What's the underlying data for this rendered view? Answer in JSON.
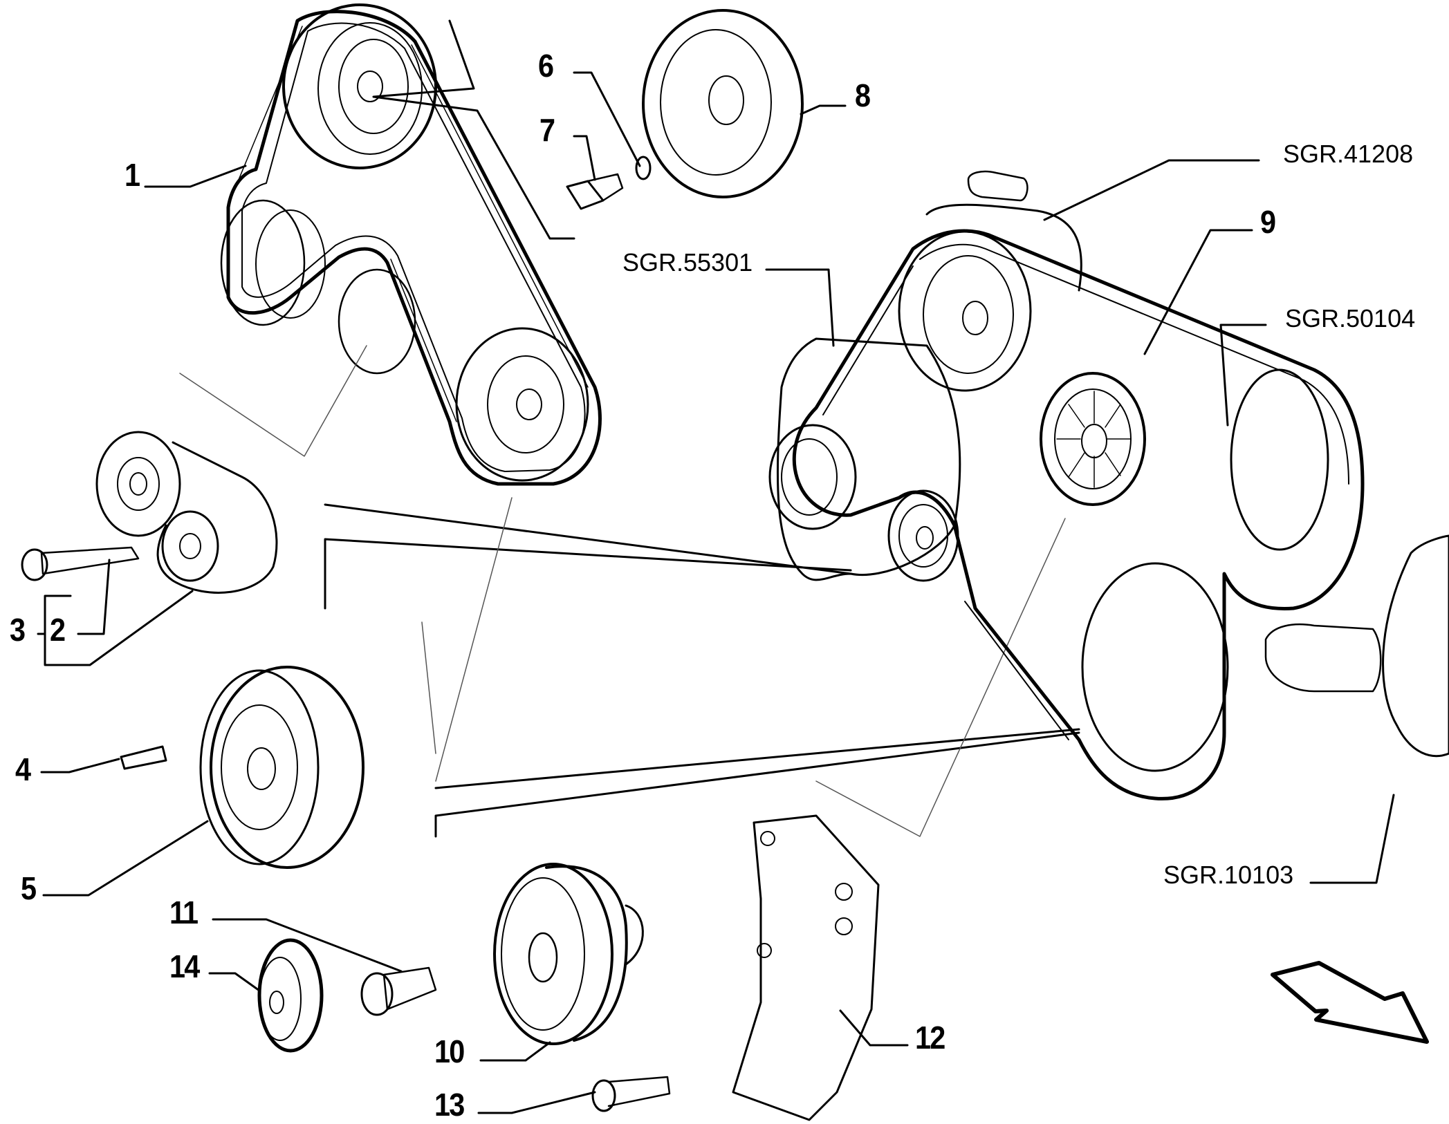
{
  "diagram": {
    "type": "exploded-parts-diagram",
    "subject": "accessory drive belt, pulleys and tensioner assembly",
    "background": "#ffffff",
    "line_color": "#000000",
    "callouts": [
      {
        "id": "1",
        "label": "1",
        "part": "drive belt (upper)"
      },
      {
        "id": "2",
        "label": "2",
        "part": "tensioner bolt"
      },
      {
        "id": "3",
        "label": "3",
        "part": "belt tensioner assembly"
      },
      {
        "id": "4",
        "label": "4",
        "part": "pulley screw"
      },
      {
        "id": "5",
        "label": "5",
        "part": "pulley"
      },
      {
        "id": "6",
        "label": "6",
        "part": "washer"
      },
      {
        "id": "7",
        "label": "7",
        "part": "screw"
      },
      {
        "id": "8",
        "label": "8",
        "part": "pulley"
      },
      {
        "id": "9",
        "label": "9",
        "part": "drive belt (lower)"
      },
      {
        "id": "10",
        "label": "10",
        "part": "idler pulley"
      },
      {
        "id": "11",
        "label": "11",
        "part": "bolt"
      },
      {
        "id": "12",
        "label": "12",
        "part": "bracket"
      },
      {
        "id": "13",
        "label": "13",
        "part": "bolt"
      },
      {
        "id": "14",
        "label": "14",
        "part": "cap"
      }
    ],
    "references": [
      {
        "id": "sgr-41208",
        "label": "SGR.41208"
      },
      {
        "id": "sgr-55301",
        "label": "SGR.55301"
      },
      {
        "id": "sgr-50104",
        "label": "SGR.50104"
      },
      {
        "id": "sgr-10103",
        "label": "SGR.10103"
      }
    ],
    "direction_arrow": "front-of-vehicle-arrow"
  }
}
